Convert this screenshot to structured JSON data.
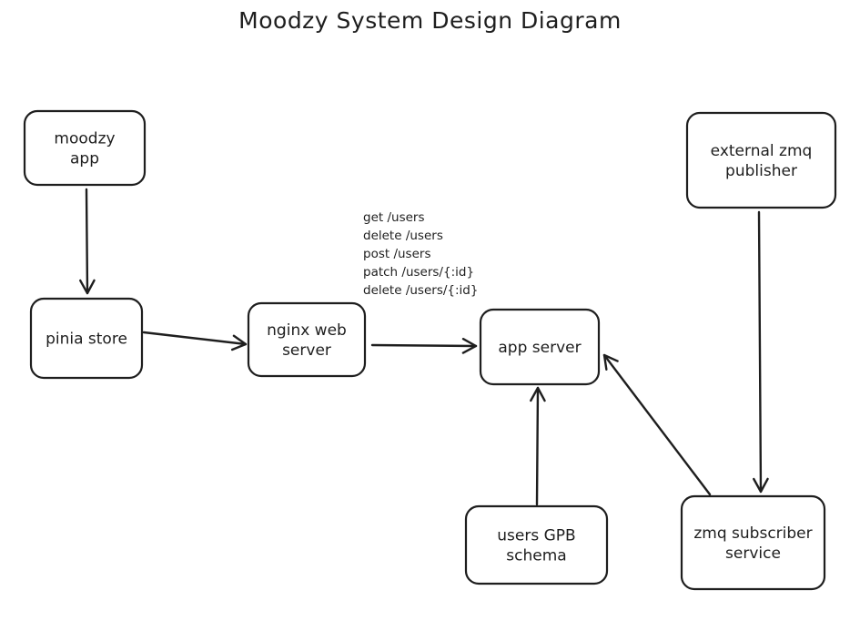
{
  "title": "Moodzy System Design Diagram",
  "nodes": {
    "moodzy_app": {
      "lines": [
        "moodzy",
        "app"
      ]
    },
    "pinia_store": {
      "lines": [
        "pinia store"
      ]
    },
    "nginx_web_server": {
      "lines": [
        "nginx web",
        "server"
      ]
    },
    "app_server": {
      "lines": [
        "app server"
      ]
    },
    "external_zmq_publisher": {
      "lines": [
        "external zmq",
        "publisher"
      ]
    },
    "users_gpb_schema": {
      "lines": [
        "users GPB",
        "schema"
      ]
    },
    "zmq_subscriber_service": {
      "lines": [
        "zmq subscriber",
        "service"
      ]
    }
  },
  "edges": [
    {
      "from": "moodzy_app",
      "to": "pinia_store"
    },
    {
      "from": "pinia_store",
      "to": "nginx_web_server"
    },
    {
      "from": "nginx_web_server",
      "to": "app_server"
    },
    {
      "from": "users_gpb_schema",
      "to": "app_server"
    },
    {
      "from": "external_zmq_publisher",
      "to": "zmq_subscriber_service"
    },
    {
      "from": "zmq_subscriber_service",
      "to": "app_server"
    }
  ],
  "endpoints_note": {
    "lines": [
      "get /users",
      "delete /users",
      "post /users",
      "patch /users/{:id}",
      "delete /users/{:id}"
    ]
  }
}
